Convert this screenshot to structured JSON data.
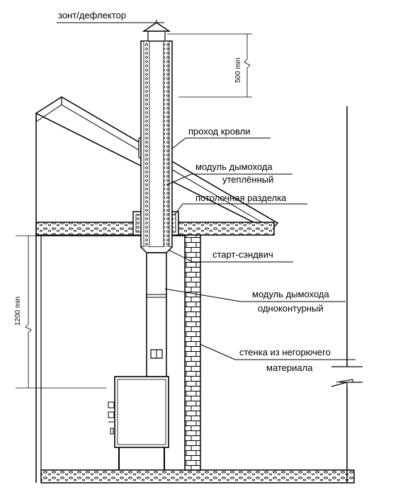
{
  "labels": {
    "cap": "зонт/дефлектор",
    "roof_pass": "проход кровли",
    "insulated_module_line1": "модуль дымохода",
    "insulated_module_line2": "утеплённый",
    "ceiling_cut": "потолочная разделка",
    "start_sandwich": "старт-сэндвич",
    "single_module_line1": "модуль дымохода",
    "single_module_line2": "одноконтурный",
    "wall_line1": "стенка из негорючего",
    "wall_line2": "материала"
  },
  "dimensions": {
    "top_clearance": "500 min",
    "floor_to_ceiling": "1200 min"
  }
}
